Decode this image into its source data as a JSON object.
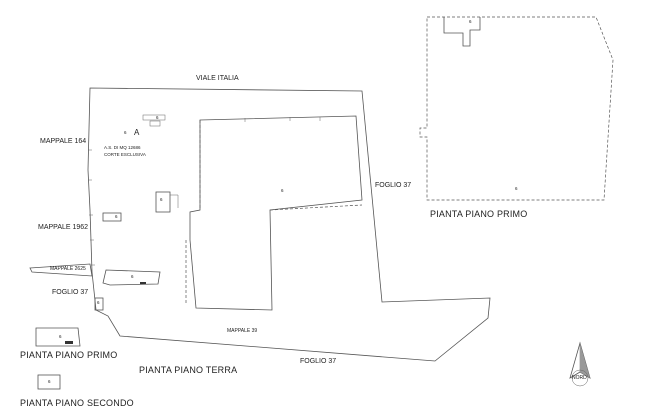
{
  "labels": {
    "viale_italia": "VIALE ITALIA",
    "mappale_164": "MAPPALE 164",
    "mappale_1962": "MAPPALE 1962",
    "mappale_2625": "MAPPALE 2625",
    "mappale_39": "MAPPALE 39",
    "foglio_37_right": "FOGLIO 37",
    "foglio_37_left": "FOGLIO 37",
    "foglio_37_bottom": "FOGLIO 37",
    "area_letter": "A",
    "area_note_line1": "A.S. DI MQ 12686",
    "area_note_line2": "CORTE ESCLUSIVA",
    "pianta_piano_primo_right": "PIANTA PIANO PRIMO",
    "pianta_piano_primo_left": "PIANTA PIANO PRIMO",
    "pianta_piano_terra": "PIANTA PIANO TERRA",
    "pianta_piano_secondo": "PIANTA PIANO SECONDO",
    "nord": "NORD",
    "unit_marker": "6"
  }
}
